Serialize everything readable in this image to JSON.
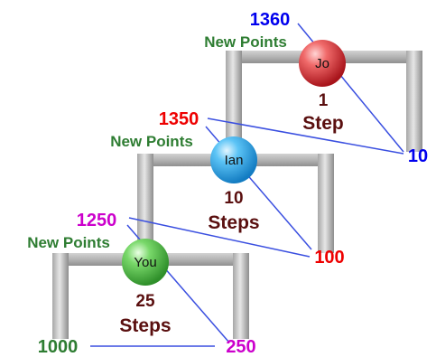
{
  "colors": {
    "jo": "#0000ee",
    "ian": "#ee0000",
    "you": "#cc00cc",
    "start": "#2e7d32",
    "new_points": "#2e7d32",
    "steps": "#5a0f0f",
    "line": "#3a4fe0"
  },
  "players": [
    {
      "name": "Jo",
      "ball": "red-ball",
      "score": "1360",
      "new_points_label": "New Points",
      "steps_number": "1",
      "steps_word": "Step",
      "bonus": "10"
    },
    {
      "name": "Ian",
      "ball": "blue-ball",
      "score": "1350",
      "new_points_label": "New Points",
      "steps_number": "10",
      "steps_word": "Steps",
      "bonus": "100"
    },
    {
      "name": "You",
      "ball": "green-ball",
      "score": "1250",
      "new_points_label": "New Points",
      "steps_number": "25",
      "steps_word": "Steps",
      "bonus": "250"
    }
  ],
  "start_score": "1000"
}
